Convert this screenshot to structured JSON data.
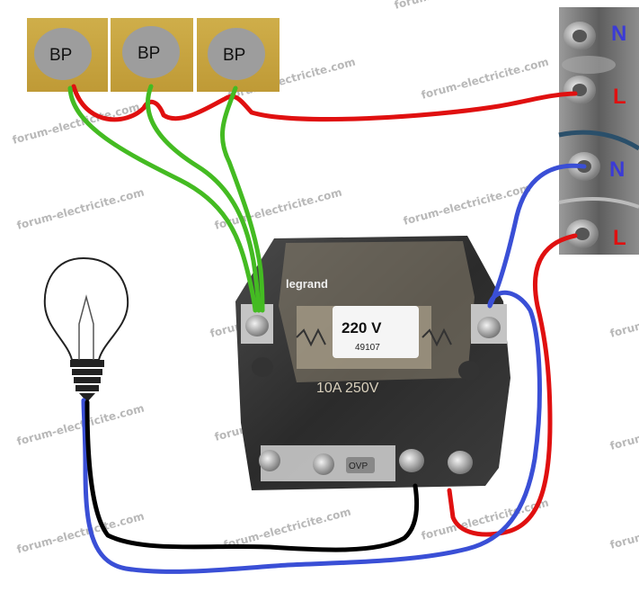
{
  "push_buttons": [
    {
      "label": "BP"
    },
    {
      "label": "BP"
    },
    {
      "label": "BP"
    }
  ],
  "terminals": [
    {
      "label": "N",
      "color": "#3b3bd6"
    },
    {
      "label": "L",
      "color": "#e01010"
    },
    {
      "label": "N",
      "color": "#3b3bd6"
    },
    {
      "label": "L",
      "color": "#e01010"
    }
  ],
  "relay": {
    "brand": "legrand",
    "voltage": "220 V",
    "model": "49107",
    "rating": "10A 250V",
    "bottom_label": "OVP"
  },
  "watermark": "forum-electricite.com",
  "wire_colors": {
    "phase": "#e01010",
    "neutral": "#3a4fd6",
    "control": "#44bb22",
    "lamp_return": "#000000"
  }
}
